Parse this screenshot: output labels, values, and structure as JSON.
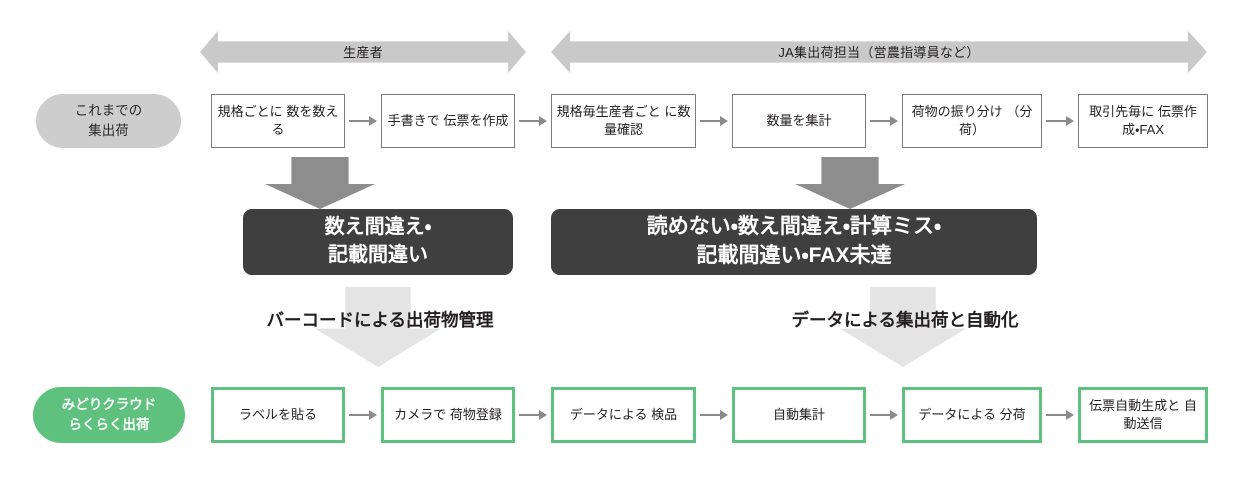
{
  "diagram": {
    "title": "集出荷フロー比較図",
    "colors": {
      "green": "#5ec17e",
      "gray_pill": "#cdcdcd",
      "role_bar": "#c9c9c9",
      "banner_dark": "#3f3f3f",
      "arrow_dark": "#8d8d8d",
      "arrow_light": "#e4e4e4",
      "box_border_gray": "#7b7b7b",
      "text": "#231f20",
      "background": "#ffffff"
    }
  },
  "role_bars": [
    {
      "label": "生産者"
    },
    {
      "label": "JA集出荷担当（営農指導員など）"
    }
  ],
  "rows": {
    "before": {
      "pill": {
        "line1": "これまでの",
        "line2": "集出荷"
      },
      "steps": [
        {
          "line1": "規格ごとに",
          "line2": "数を数える"
        },
        {
          "line1": "手書きで",
          "line2": "伝票を作成"
        },
        {
          "line1": "規格毎生産者ごと",
          "line2": "に数量確認"
        },
        {
          "line1": "数量を集計",
          "line2": ""
        },
        {
          "line1": "荷物の振り分け",
          "line2": "（分荷）"
        },
        {
          "line1": "取引先毎に",
          "line2": "伝票作成・FAX"
        }
      ]
    },
    "after": {
      "pill": {
        "line1": "みどりクラウド",
        "line2": "らくらく出荷"
      },
      "steps": [
        {
          "line1": "ラベルを貼る",
          "line2": ""
        },
        {
          "line1": "カメラで",
          "line2": "荷物登録"
        },
        {
          "line1": "データによる",
          "line2": "検品"
        },
        {
          "line1": "自動集計",
          "line2": ""
        },
        {
          "line1": "データによる",
          "line2": "分荷"
        },
        {
          "line1": "伝票自動生成と",
          "line2": "自動送信"
        }
      ]
    }
  },
  "problem_banners": [
    {
      "line1": "数え間違え・",
      "line2": "記載間違い"
    },
    {
      "line1": "読めない・数え間違え・計算ミス・",
      "line2": "記載間違い・FAX未達"
    }
  ],
  "solutions": [
    {
      "label": "バーコードによる出荷物管理"
    },
    {
      "label": "データによる集出荷と自動化"
    }
  ]
}
